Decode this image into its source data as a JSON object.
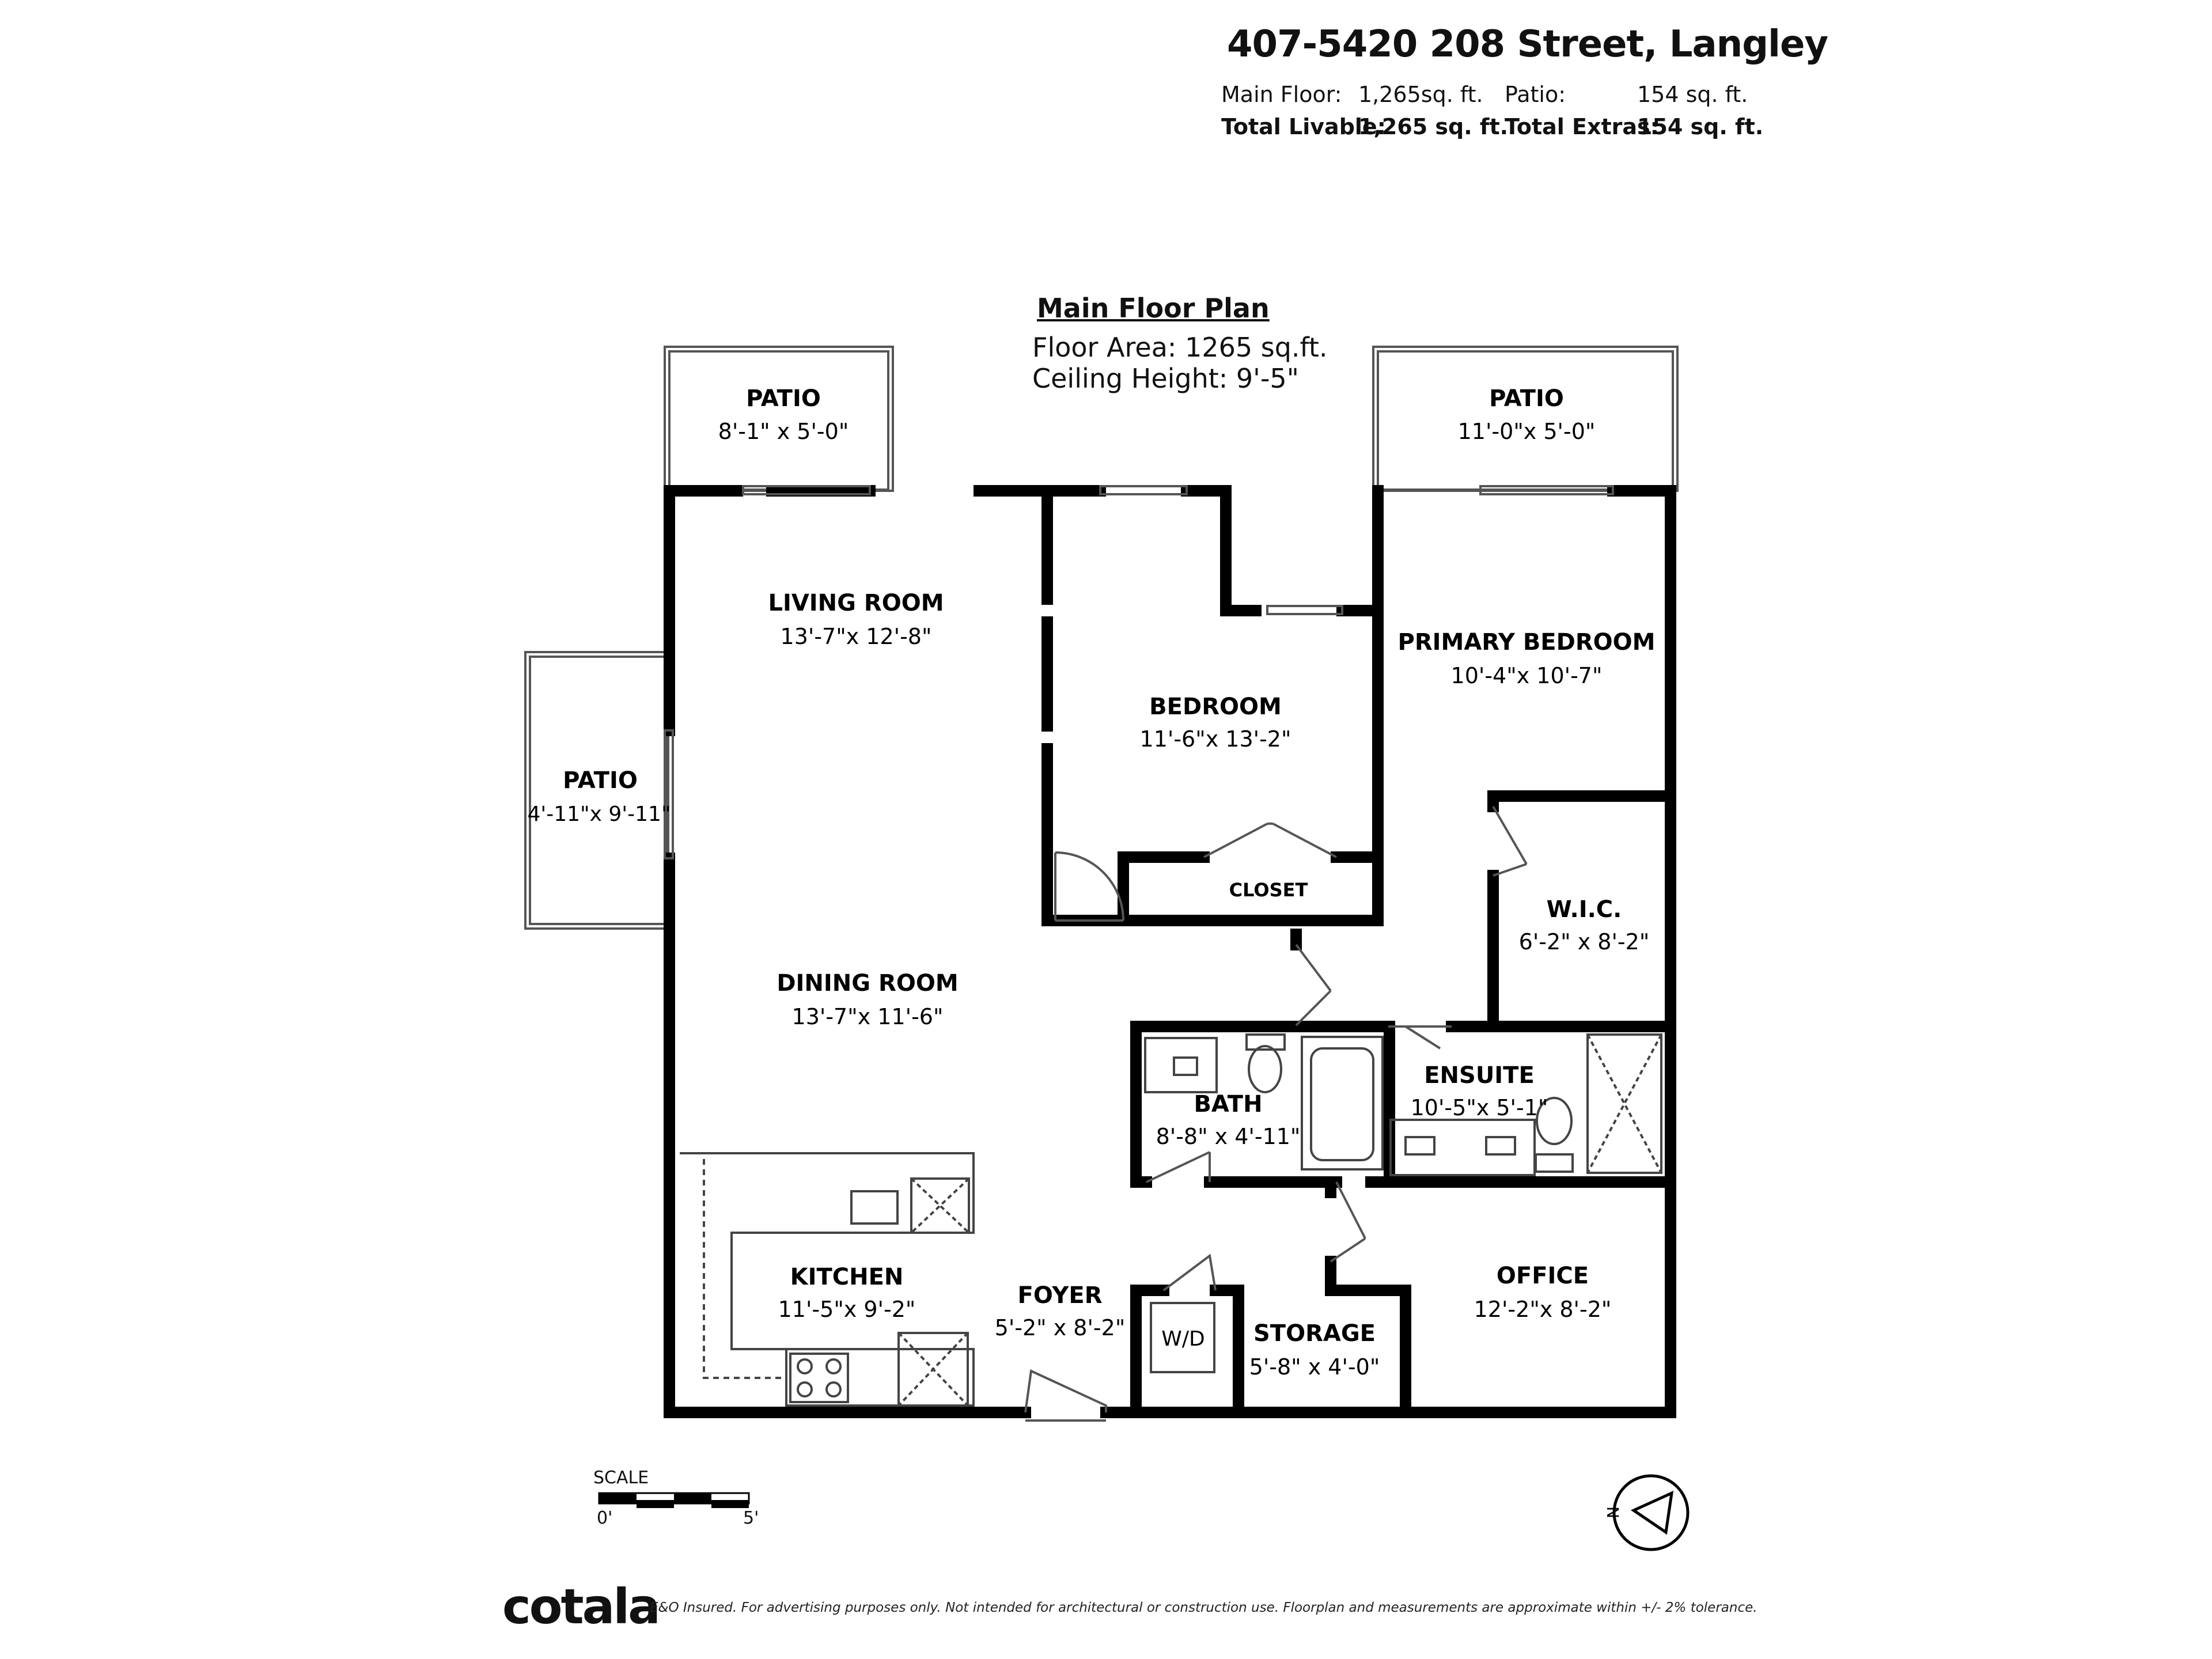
{
  "header": {
    "address": "407-5420 208 Street, Langley",
    "main_floor_label": "Main Floor:",
    "main_floor_value": "1,265sq. ft.",
    "patio_label": "Patio:",
    "patio_value": "154 sq. ft.",
    "total_livable_label": "Total Livable:",
    "total_livable_value": "1,265 sq. ft.",
    "total_extras_label": "Total Extras:",
    "total_extras_value": "154 sq. ft."
  },
  "plan": {
    "title": "Main Floor Plan",
    "floor_area": "Floor Area: 1265 sq.ft.",
    "ceiling_height": "Ceiling Height: 9'-5\""
  },
  "rooms": {
    "patio_top_left": {
      "name": "PATIO",
      "dims": "8'-1\" x 5'-0\""
    },
    "patio_top_right": {
      "name": "PATIO",
      "dims": "11'-0\"x 5'-0\""
    },
    "patio_left": {
      "name": "PATIO",
      "dims": "4'-11\"x 9'-11\""
    },
    "living_room": {
      "name": "LIVING ROOM",
      "dims": "13'-7\"x 12'-8\""
    },
    "bedroom": {
      "name": "BEDROOM",
      "dims": "11'-6\"x 13'-2\""
    },
    "primary_bedroom": {
      "name": "PRIMARY BEDROOM",
      "dims": "10'-4\"x 10'-7\""
    },
    "closet": {
      "name": "CLOSET"
    },
    "wic": {
      "name": "W.I.C.",
      "dims": "6'-2\" x 8'-2\""
    },
    "dining_room": {
      "name": "DINING ROOM",
      "dims": "13'-7\"x 11'-6\""
    },
    "bath": {
      "name": "BATH",
      "dims": "8'-8\" x 4'-11\""
    },
    "ensuite": {
      "name": "ENSUITE",
      "dims": "10'-5\"x 5'-1\""
    },
    "kitchen": {
      "name": "KITCHEN",
      "dims": "11'-5\"x 9'-2\""
    },
    "foyer": {
      "name": "FOYER",
      "dims": "5'-2\" x 8'-2\""
    },
    "storage": {
      "name": "STORAGE",
      "dims": "5'-8\" x 4'-0\""
    },
    "office": {
      "name": "OFFICE",
      "dims": "12'-2\"x 8'-2\""
    },
    "wd": {
      "name": "W/D"
    }
  },
  "scale": {
    "label": "SCALE",
    "start": "0'",
    "end": "5'"
  },
  "compass": {
    "north": "N"
  },
  "footer": {
    "logo": "cotala",
    "disclaimer": "E&O Insured. For advertising purposes only. Not intended for architectural or construction use. Floorplan and measurements are approximate within +/- 2% tolerance."
  },
  "colors": {
    "wall": "#000000",
    "thin_line": "#555555",
    "background": "#ffffff"
  }
}
